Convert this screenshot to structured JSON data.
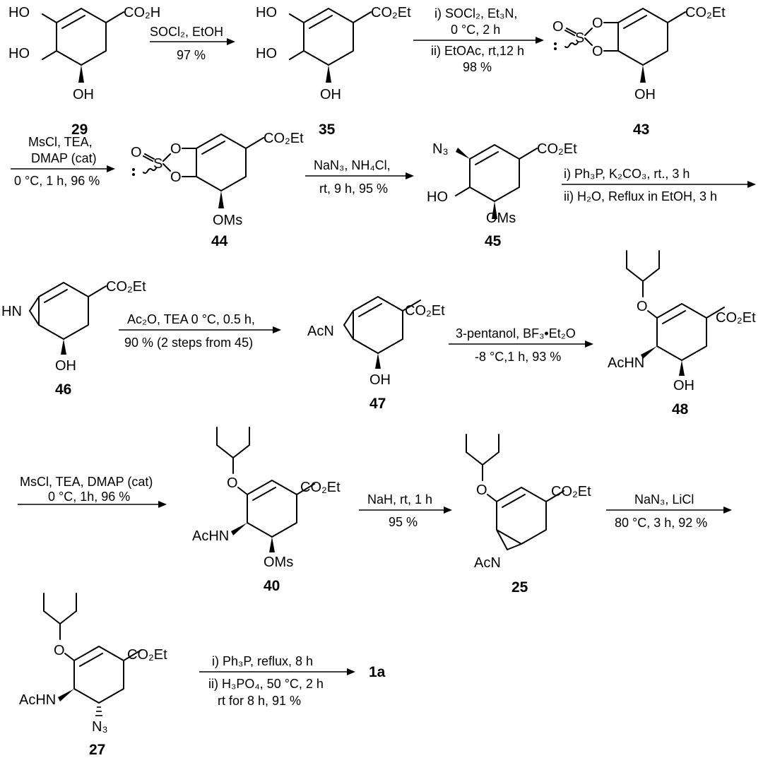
{
  "compounds": {
    "c29": {
      "label": "29",
      "groups": {
        "acid": "CO₂H",
        "ho1": "HO",
        "ho2": "HO",
        "oh": "OH"
      }
    },
    "c35": {
      "label": "35",
      "groups": {
        "ester": "CO₂Et",
        "ho1": "HO",
        "ho2": "HO",
        "oh": "OH"
      }
    },
    "c43": {
      "label": "43",
      "groups": {
        "ester": "CO₂Et",
        "o1": "O",
        "o2": "O",
        "s": "S",
        "o3": "O",
        "oh": "OH"
      }
    },
    "c44": {
      "label": "44",
      "groups": {
        "ester": "CO₂Et",
        "o1": "O",
        "o2": "O",
        "s": "S",
        "o3": "O",
        "oms": "OMs"
      }
    },
    "c45": {
      "label": "45",
      "groups": {
        "ester": "CO₂Et",
        "n3": "N₃",
        "ho": "HO",
        "oms": "OMs"
      }
    },
    "c46": {
      "label": "46",
      "groups": {
        "ester": "CO₂Et",
        "hn": "HN",
        "oh": "OH"
      }
    },
    "c47": {
      "label": "47",
      "groups": {
        "ester": "CO₂Et",
        "acn": "AcN",
        "oh": "OH"
      }
    },
    "c48": {
      "label": "48",
      "groups": {
        "ester": "CO₂Et",
        "o": "O",
        "achn": "AcHN",
        "oh": "OH"
      }
    },
    "c40": {
      "label": "40",
      "groups": {
        "ester": "CO₂Et",
        "o": "O",
        "achn": "AcHN",
        "oms": "OMs"
      }
    },
    "c25": {
      "label": "25",
      "groups": {
        "ester": "CO₂Et",
        "o": "O",
        "acn": "AcN"
      }
    },
    "c27": {
      "label": "27",
      "groups": {
        "ester": "CO₂Et",
        "o": "O",
        "achn": "AcHN",
        "n3": "N₃"
      }
    },
    "p1a": {
      "label": "1a"
    }
  },
  "steps": [
    {
      "id": "s1",
      "above": [
        "SOCl₂, EtOH"
      ],
      "below": [
        "97 %"
      ]
    },
    {
      "id": "s2",
      "above": [
        "i) SOCl₂, Et₃N,",
        "0 °C, 2 h"
      ],
      "below": [
        "ii) EtOAc, rt,12 h",
        "98 %"
      ]
    },
    {
      "id": "s3",
      "above": [
        "MsCl, TEA,",
        "DMAP (cat)"
      ],
      "below": [
        "0 °C, 1 h, 96 %"
      ]
    },
    {
      "id": "s4",
      "above": [
        "NaN₃, NH₄Cl,"
      ],
      "below": [
        "rt, 9 h, 95 %"
      ]
    },
    {
      "id": "s5",
      "above": [
        "i) Ph₃P, K₂CO₃, rt., 3 h"
      ],
      "below": [
        "ii) H₂O, Reflux in EtOH, 3 h"
      ]
    },
    {
      "id": "s6",
      "above": [
        "Ac₂O, TEA 0 °C, 0.5 h,"
      ],
      "below": [
        "90 % (2 steps from 45)"
      ]
    },
    {
      "id": "s7",
      "above": [
        "3-pentanol, BF₃•Et₂O"
      ],
      "below": [
        "-8 °C,1 h, 93 %"
      ]
    },
    {
      "id": "s8",
      "above": [
        "MsCl, TEA, DMAP (cat)",
        "0 °C, 1h, 96 %"
      ],
      "below": []
    },
    {
      "id": "s9",
      "above": [
        "NaH, rt, 1 h"
      ],
      "below": [
        "95 %"
      ]
    },
    {
      "id": "s10",
      "above": [
        "NaN₃, LiCl"
      ],
      "below": [
        "80 °C, 3 h, 92 %"
      ]
    },
    {
      "id": "s11",
      "above": [
        "i) Ph₃P, reflux, 8 h"
      ],
      "below": [
        "ii) H₃PO₄, 50 °C, 2 h",
        "rt for 8 h, 91 %"
      ]
    }
  ]
}
